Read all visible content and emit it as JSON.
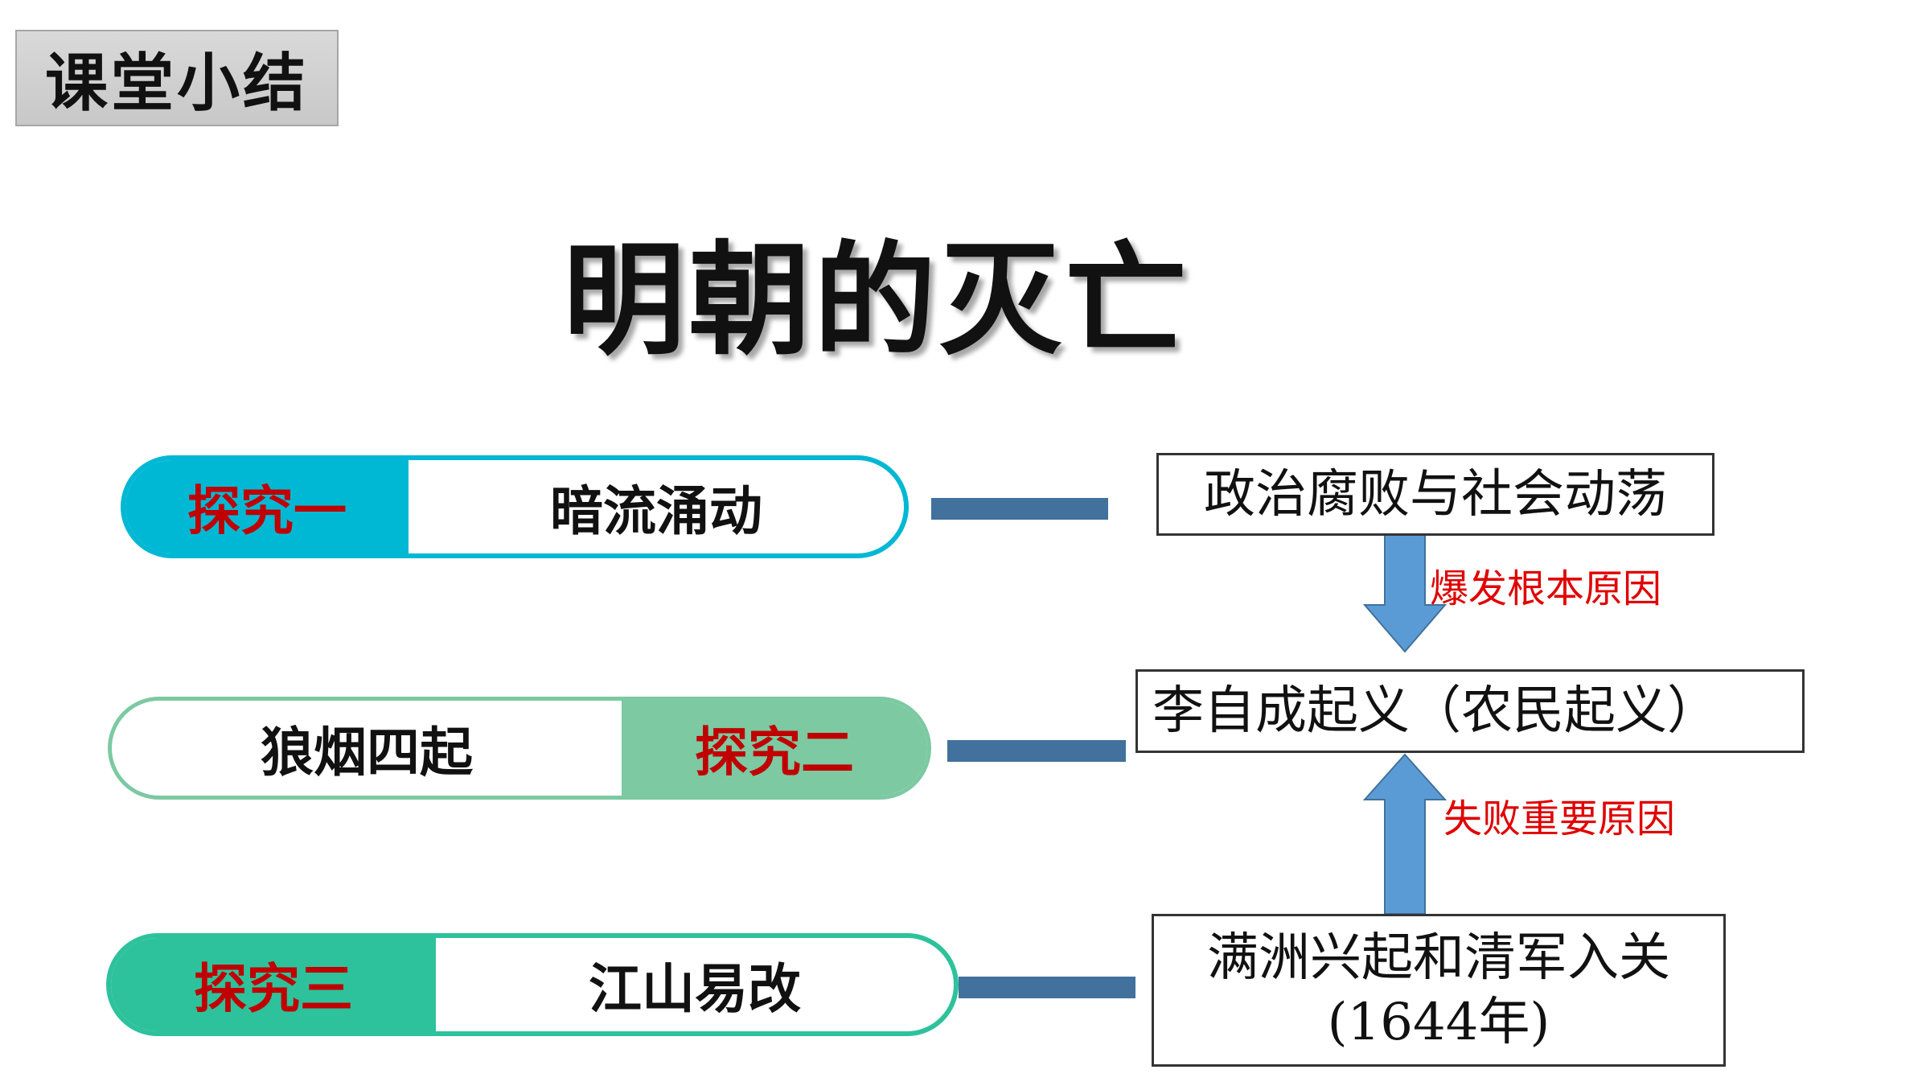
{
  "header": {
    "badge_label": "课堂小结"
  },
  "title": "明朝的灭亡",
  "topics": [
    {
      "label": "探究一",
      "topic": "暗流涌动",
      "color": "#00b8d4"
    },
    {
      "label": "探究二",
      "topic": "狼烟四起",
      "color": "#7cc9a2"
    },
    {
      "label": "探究三",
      "topic": "江山易改",
      "color": "#2dc29b"
    }
  ],
  "boxes": {
    "cause": "政治腐败与社会动荡",
    "uprising": "李自成起义（农民起义）",
    "manchu_line1": "满洲兴起和清军入关",
    "manchu_line2": "(1644年)"
  },
  "arrows": {
    "down_label": "爆发根本原因",
    "up_label": "失败重要原因",
    "arrow_color": "#5b9bd5",
    "connector_color": "#41719c"
  }
}
